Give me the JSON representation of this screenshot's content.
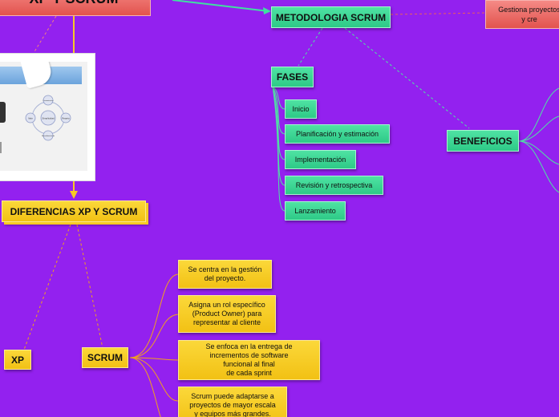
{
  "nodes": {
    "top_title": "XP Y SCRUM",
    "metodologia": "METODOLOGIA SCRUM",
    "gestiona": "Gestiona proyectos\ny cre",
    "fases": "FASES",
    "beneficios": "BENEFICIOS",
    "diferencias": "DIFERENCIAS XP Y SCRUM",
    "xp": "XP",
    "scrum": "SCRUM"
  },
  "fases_items": [
    "Inicio",
    "Planificación y estimación",
    "Implementación",
    "Revisión y retrospectiva",
    "Lanzamiento"
  ],
  "scrum_items": [
    "Se centra en la gestión\ndel proyecto.",
    "Asigna un rol específico\n(Product Owner) para\nrepresentar al cliente",
    "Se enfoca en la entrega de\nincrementos de software\nfuncional al final\nde cada sprint",
    "Scrum puede adaptarse a\nproyectos de mayor escala\ny equipos más grandes."
  ],
  "thumbnail": {
    "center": "Simplicidad",
    "left": "Valor",
    "right": "Respeto",
    "top": "Comunicación",
    "bottom": "Retroalimentación"
  },
  "colors": {
    "background": "#9321ef",
    "green": "#36d08f",
    "yellow": "#f6c925",
    "red": "#e8615c",
    "orange_line": "#f0a020"
  }
}
